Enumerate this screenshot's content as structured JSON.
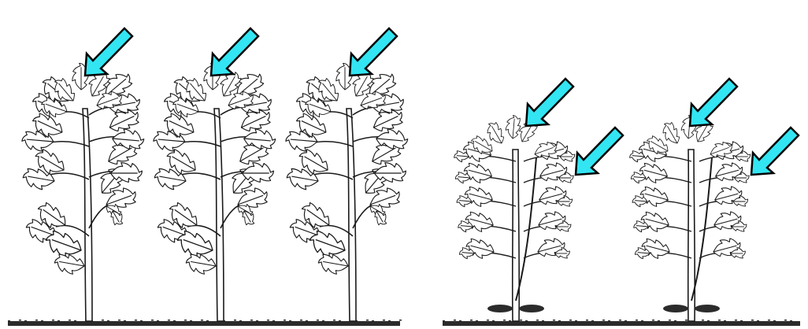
{
  "colors": {
    "arrow_fill": "#33e5f2",
    "arrow_stroke": "#000000",
    "plant_ink": "#1a1a1a",
    "leaf_fill": "#ffffff",
    "soil": "#2b2b2b",
    "background": "#ffffff"
  },
  "groups": [
    {
      "plant_type": "tall-single-stem",
      "plant_count": 3,
      "arrows_per_plant": 1
    },
    {
      "plant_type": "bushy-pinched",
      "plant_count": 2,
      "arrows_per_plant": 2
    }
  ]
}
